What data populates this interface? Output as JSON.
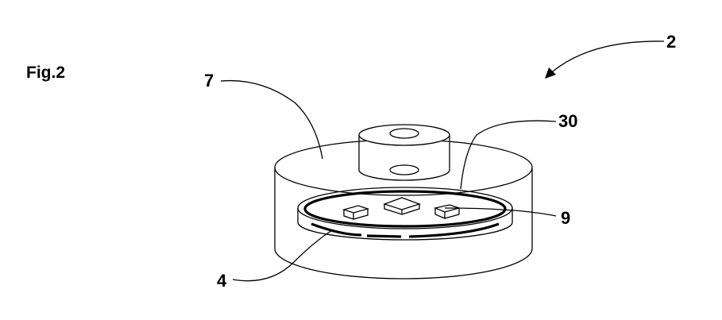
{
  "figure": {
    "title": "Fig.2",
    "labels": {
      "assembly": "2",
      "housing": "7",
      "ring": "30",
      "component": "9",
      "base": "4"
    }
  }
}
